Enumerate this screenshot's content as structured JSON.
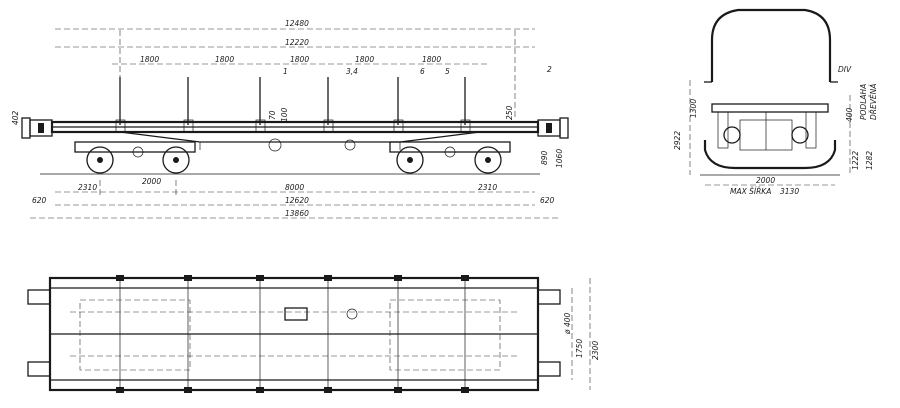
{
  "side_view": {
    "overall_dims": [
      "12480",
      "12220"
    ],
    "stake_spacing": [
      "1800",
      "1800",
      "1800",
      "1800",
      "1800"
    ],
    "stake_marks": [
      "1",
      "3,4",
      "6",
      "5",
      "2"
    ],
    "bottom_dims": [
      "2310",
      "2000",
      "8000",
      "2310",
      "620",
      "12620",
      "620",
      "13860"
    ],
    "height_dims": [
      "1060",
      "890",
      "250",
      "402",
      "70",
      "100"
    ]
  },
  "end_view": {
    "dims": [
      "2922",
      "1300",
      "1222",
      "1282",
      "400",
      "2000"
    ],
    "max_width_label": "MAX ŠÍŘKA",
    "max_width_value": "3130",
    "floor_label": [
      "PODLAHA",
      "DŘEVĚNÁ"
    ],
    "corner_mark": "DIV"
  },
  "plan_view": {
    "dims": [
      "ø 400",
      "1750",
      "2300"
    ]
  }
}
